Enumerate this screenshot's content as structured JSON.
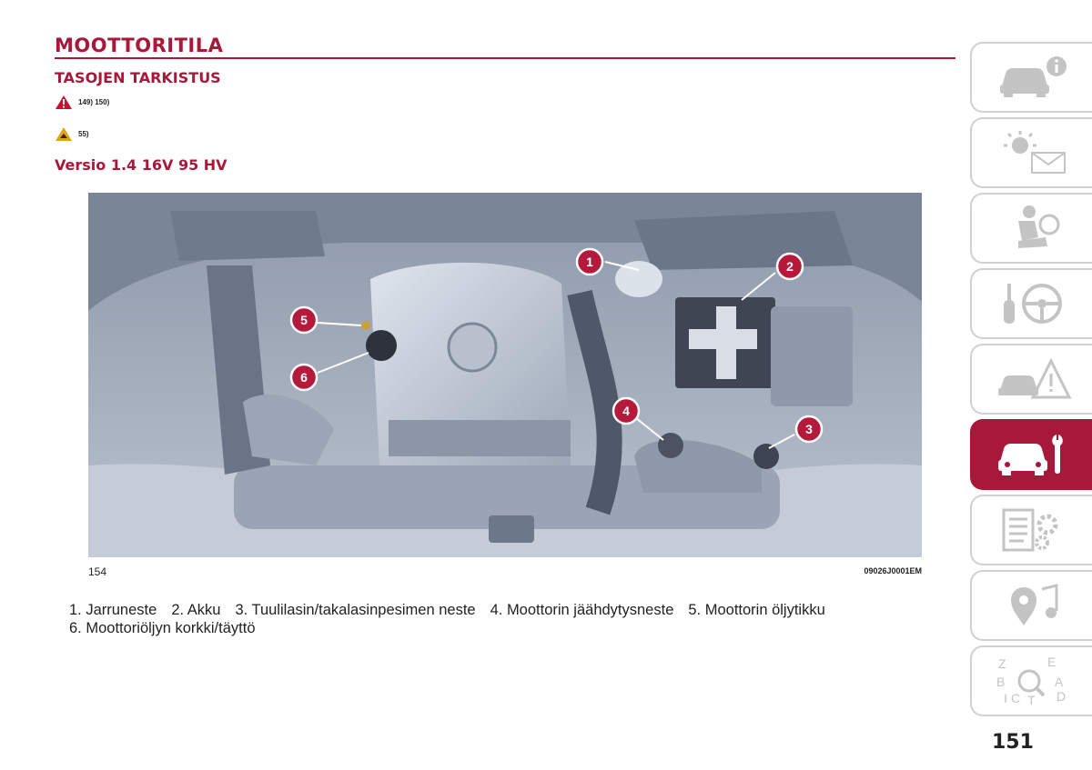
{
  "page": {
    "title": "MOOTTORITILA",
    "subtitle": "TASOJEN TARKISTUS",
    "warning_refs": "149) 150)",
    "caution_refs": "55)",
    "section_title": "Versio 1.4 16V 95 HV",
    "page_number": "151"
  },
  "figure": {
    "number": "154",
    "code": "09026J0001EM",
    "markers": [
      "1",
      "2",
      "3",
      "4",
      "5",
      "6"
    ]
  },
  "legend": [
    "1. Jarruneste",
    "2. Akku",
    "3. Tuulilasin/takalasinpesimen neste",
    "4. Moottorin jäähdytysneste",
    "5. Moottorin öljytikku",
    "6. Moottoriöljyn korkki/täyttö"
  ],
  "sidebar": {
    "tabs": [
      {
        "icon": "car-info-icon",
        "active": false
      },
      {
        "icon": "dashboard-light-envelope-icon",
        "active": false
      },
      {
        "icon": "airbag-seat-icon",
        "active": false
      },
      {
        "icon": "key-steering-wheel-icon",
        "active": false
      },
      {
        "icon": "breakdown-warning-icon",
        "active": false
      },
      {
        "icon": "car-wrench-icon",
        "active": true
      },
      {
        "icon": "data-gear-icon",
        "active": false
      },
      {
        "icon": "multimedia-icon",
        "active": false
      },
      {
        "icon": "alphabetical-index-icon",
        "active": false
      }
    ]
  },
  "colors": {
    "accent": "#a8183a",
    "tab_border": "#d0d0d0",
    "marker": "#b51a3c",
    "engine_bay": "#aab4c4"
  }
}
